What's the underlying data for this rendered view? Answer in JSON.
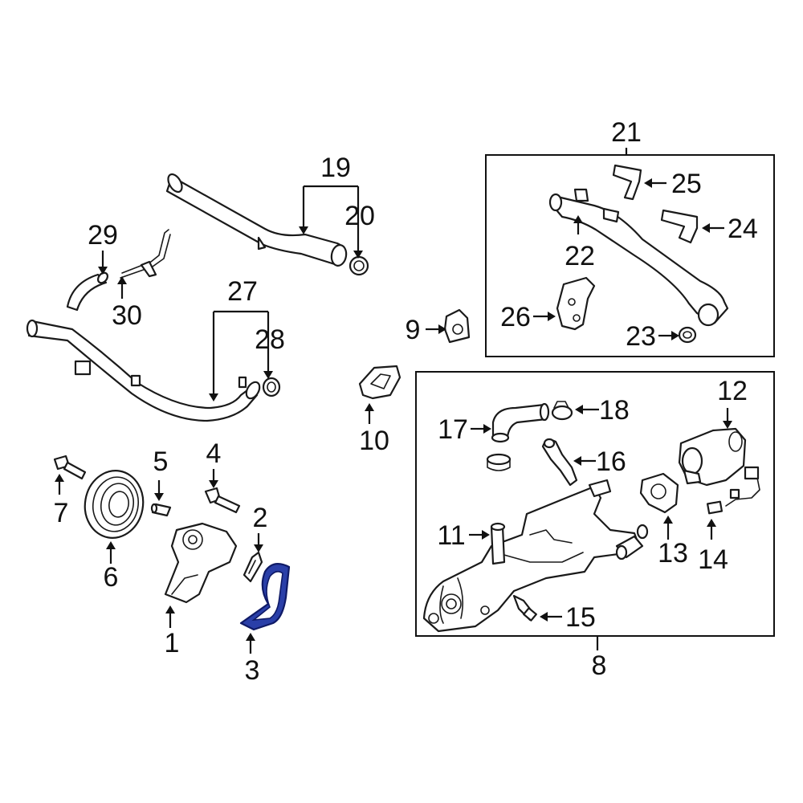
{
  "colors": {
    "highlight_part": "#2a3fa8",
    "line": "#1a1a1a",
    "background": "#ffffff"
  },
  "highlighted_callout": "3",
  "callouts": {
    "c1": "1",
    "c2": "2",
    "c3": "3",
    "c4": "4",
    "c5": "5",
    "c6": "6",
    "c7": "7",
    "c8": "8",
    "c9": "9",
    "c10": "10",
    "c11": "11",
    "c12": "12",
    "c13": "13",
    "c14": "14",
    "c15": "15",
    "c16": "16",
    "c17": "17",
    "c18": "18",
    "c19": "19",
    "c20": "20",
    "c21": "21",
    "c22": "22",
    "c23": "23",
    "c24": "24",
    "c25": "25",
    "c26": "26",
    "c27": "27",
    "c28": "28",
    "c29": "29",
    "c30": "30"
  }
}
